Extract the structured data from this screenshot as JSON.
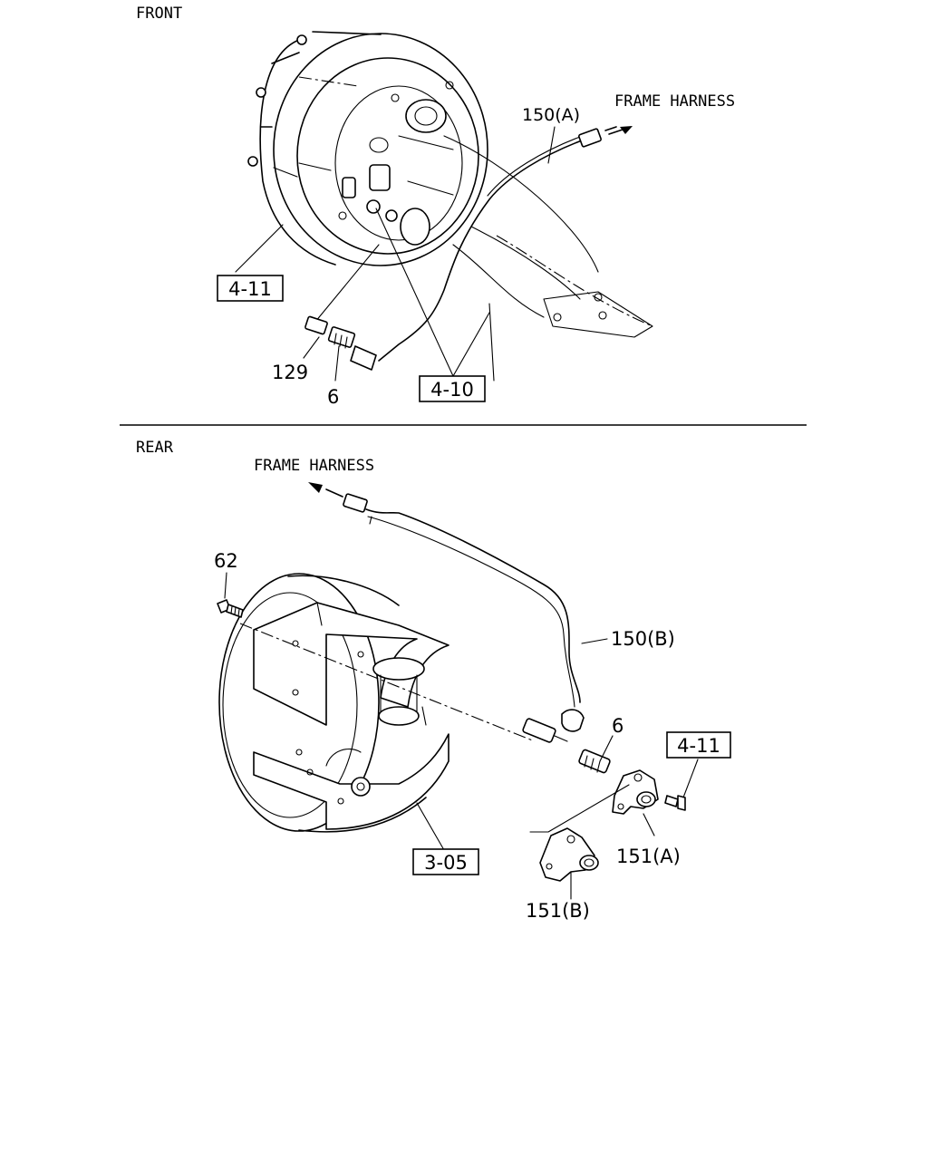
{
  "sections": {
    "front": {
      "title": "FRONT",
      "harness_label": "FRAME HARNESS",
      "refs": {
        "r411": "4-11",
        "r410": "4-10"
      },
      "parts": {
        "p150a": "150(A)",
        "p129": "129",
        "p6": "6"
      }
    },
    "rear": {
      "title": "REAR",
      "harness_label": "FRAME HARNESS",
      "refs": {
        "r411": "4-11",
        "r305": "3-05"
      },
      "parts": {
        "p62": "62",
        "p150b": "150(B)",
        "p6": "6",
        "p151a": "151(A)",
        "p151b": "151(B)"
      }
    }
  }
}
